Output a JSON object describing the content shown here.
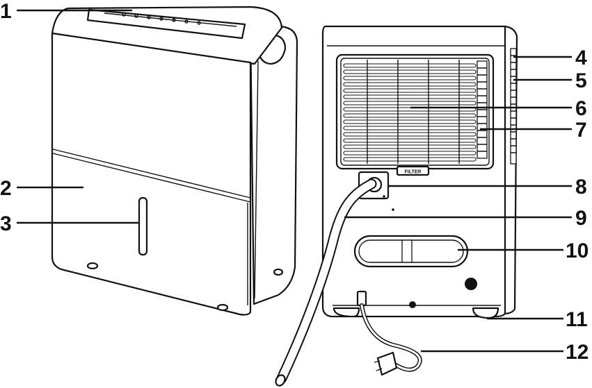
{
  "callouts": [
    {
      "id": "1",
      "label": "1"
    },
    {
      "id": "2",
      "label": "2"
    },
    {
      "id": "3",
      "label": "3"
    },
    {
      "id": "4",
      "label": "4"
    },
    {
      "id": "5",
      "label": "5"
    },
    {
      "id": "6",
      "label": "6"
    },
    {
      "id": "7",
      "label": "7"
    },
    {
      "id": "8",
      "label": "8"
    },
    {
      "id": "9",
      "label": "9"
    },
    {
      "id": "10",
      "label": "10"
    },
    {
      "id": "11",
      "label": "11"
    },
    {
      "id": "12",
      "label": "12"
    }
  ],
  "filter_tab_text": "FILTER",
  "colors": {
    "line": "#111111",
    "background": "#ffffff"
  }
}
